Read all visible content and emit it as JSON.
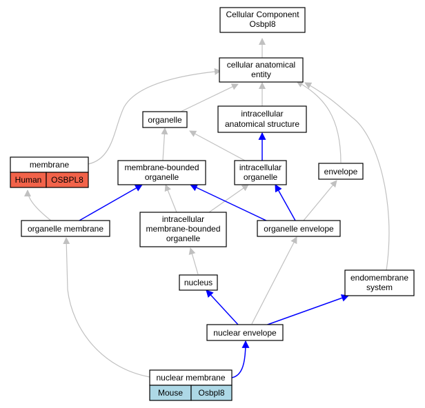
{
  "colors": {
    "grey_edge": "#c0c0c0",
    "blue_edge": "#0000ff",
    "human_fill": "#f2634a",
    "mouse_fill": "#add8e6"
  },
  "nodes": {
    "cellular_component": {
      "line1": "Cellular Component",
      "line2": "Osbpl8"
    },
    "cellular_anatomical_entity": {
      "line1": "cellular anatomical",
      "line2": "entity"
    },
    "organelle": {
      "line1": "organelle"
    },
    "intracellular_anatomical_structure": {
      "line1": "intracellular",
      "line2": "anatomical structure"
    },
    "membrane": {
      "line1": "membrane"
    },
    "membrane_bounded_organelle": {
      "line1": "membrane-bounded",
      "line2": "organelle"
    },
    "intracellular_organelle": {
      "line1": "intracellular",
      "line2": "organelle"
    },
    "envelope": {
      "line1": "envelope"
    },
    "organelle_membrane": {
      "line1": "organelle membrane"
    },
    "intracellular_membrane_bounded_organelle": {
      "line1": "intracellular",
      "line2": "membrane-bounded",
      "line3": "organelle"
    },
    "organelle_envelope": {
      "line1": "organelle envelope"
    },
    "nucleus": {
      "line1": "nucleus"
    },
    "endomembrane_system": {
      "line1": "endomembrane",
      "line2": "system"
    },
    "nuclear_envelope": {
      "line1": "nuclear envelope"
    },
    "nuclear_membrane": {
      "line1": "nuclear membrane"
    }
  },
  "annotations": {
    "human": {
      "species": "Human",
      "gene": "OSBPL8"
    },
    "mouse": {
      "species": "Mouse",
      "gene": "Osbpl8"
    }
  }
}
